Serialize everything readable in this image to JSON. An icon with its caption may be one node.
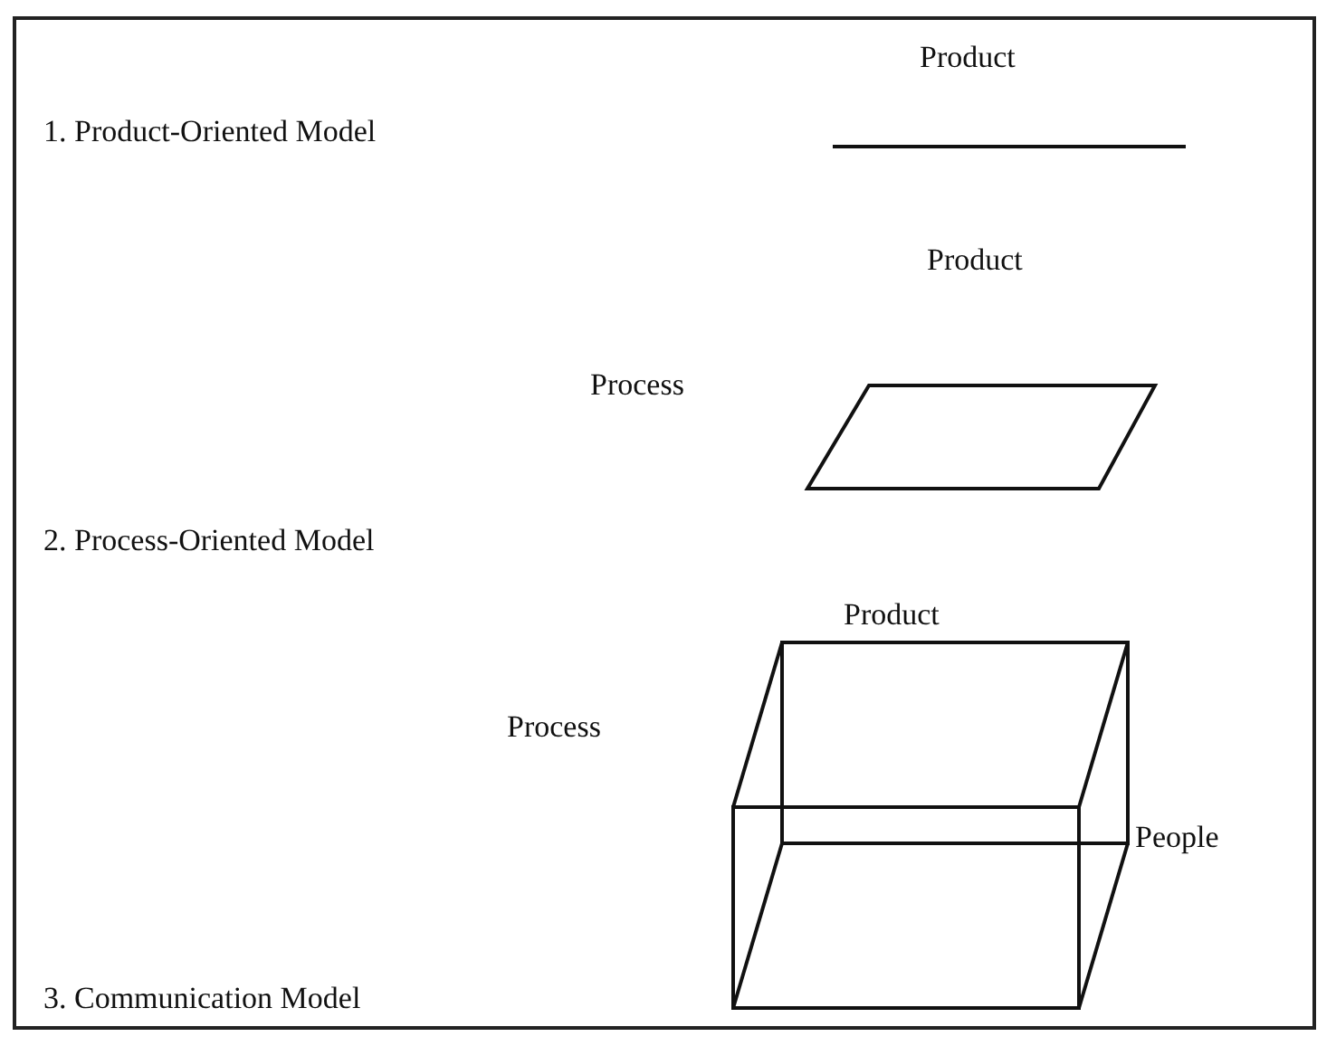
{
  "diagram": {
    "labels": [
      "Product",
      "1. Product-Oriented Model",
      "Product",
      "Process",
      "2. Process-Oriented Model",
      "Product",
      "Process",
      "People",
      "3. Communication Model"
    ]
  }
}
